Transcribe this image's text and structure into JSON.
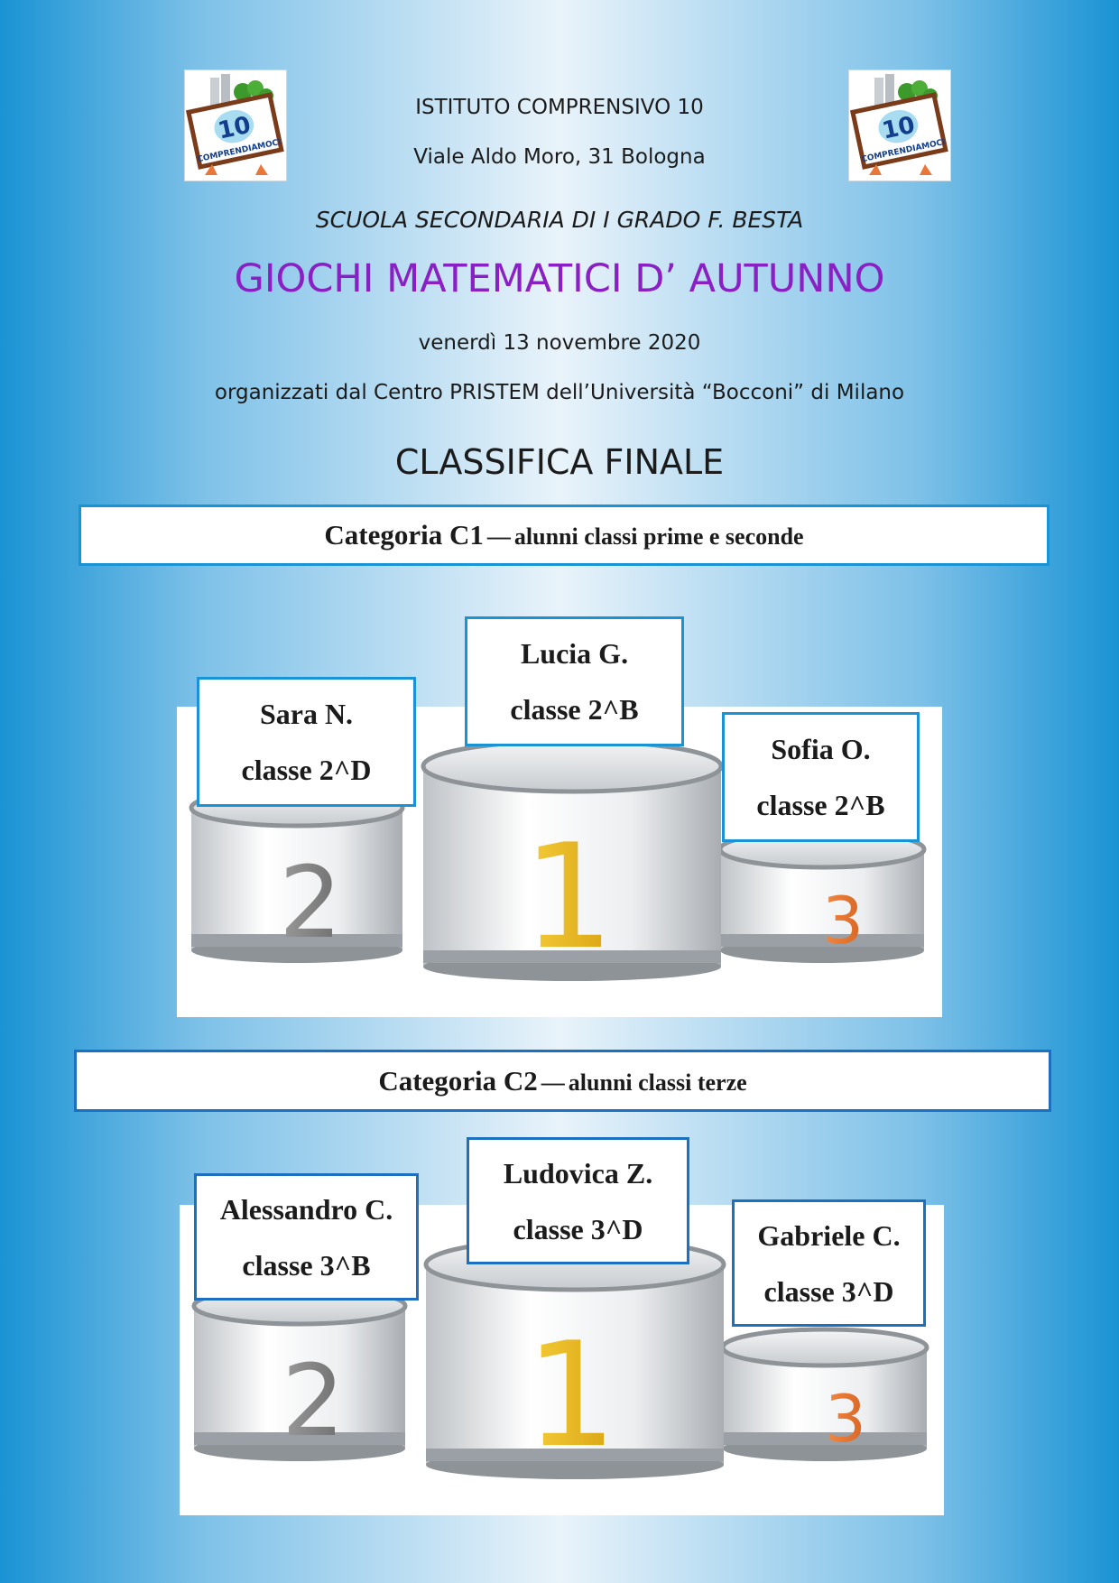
{
  "header": {
    "school": "ISTITUTO COMPRENSIVO 10",
    "address": "Viale Aldo Moro, 31 Bologna",
    "subschool": "SCUOLA SECONDARIA DI I GRADO F. BESTA",
    "event": "GIOCHI MATEMATICI D’ AUTUNNO",
    "date": "venerdì 13 novembre 2020",
    "organizer": "organizzati dal Centro PRISTEM dell’Università “Bocconi” di Milano",
    "ranking_title": "CLASSIFICA FINALE"
  },
  "logo": {
    "number": "10",
    "text": "COMPRENDIAMOCI"
  },
  "colors": {
    "event_title": "#8a1fc4",
    "border": "#1a93d4",
    "gold": "#e8b71c",
    "silver": "#8c8c8c",
    "bronze": "#e8773a"
  },
  "categories": [
    {
      "title": "Categoria C1",
      "dash": "—",
      "subtitle": "alunni classi prime e seconde",
      "first": {
        "name": "Lucia G.",
        "class": "classe 2^B"
      },
      "second": {
        "name": "Sara N.",
        "class": "classe 2^D"
      },
      "third": {
        "name": "Sofia O.",
        "class": "classe 2^B"
      },
      "ranks": [
        "1",
        "2",
        "3"
      ]
    },
    {
      "title": "Categoria C2",
      "dash": "—",
      "subtitle": "alunni classi terze",
      "first": {
        "name": "Ludovica Z.",
        "class": "classe 3^D"
      },
      "second": {
        "name": "Alessandro C.",
        "class": "classe 3^B"
      },
      "third": {
        "name": "Gabriele C.",
        "class": "classe 3^D"
      },
      "ranks": [
        "1",
        "2",
        "3"
      ]
    }
  ]
}
